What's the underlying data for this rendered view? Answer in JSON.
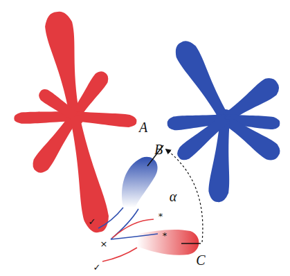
{
  "diagram": {
    "labels": [
      "A",
      "B",
      "α",
      "C",
      "✓",
      "✓",
      "×",
      "*",
      "*"
    ]
  }
}
